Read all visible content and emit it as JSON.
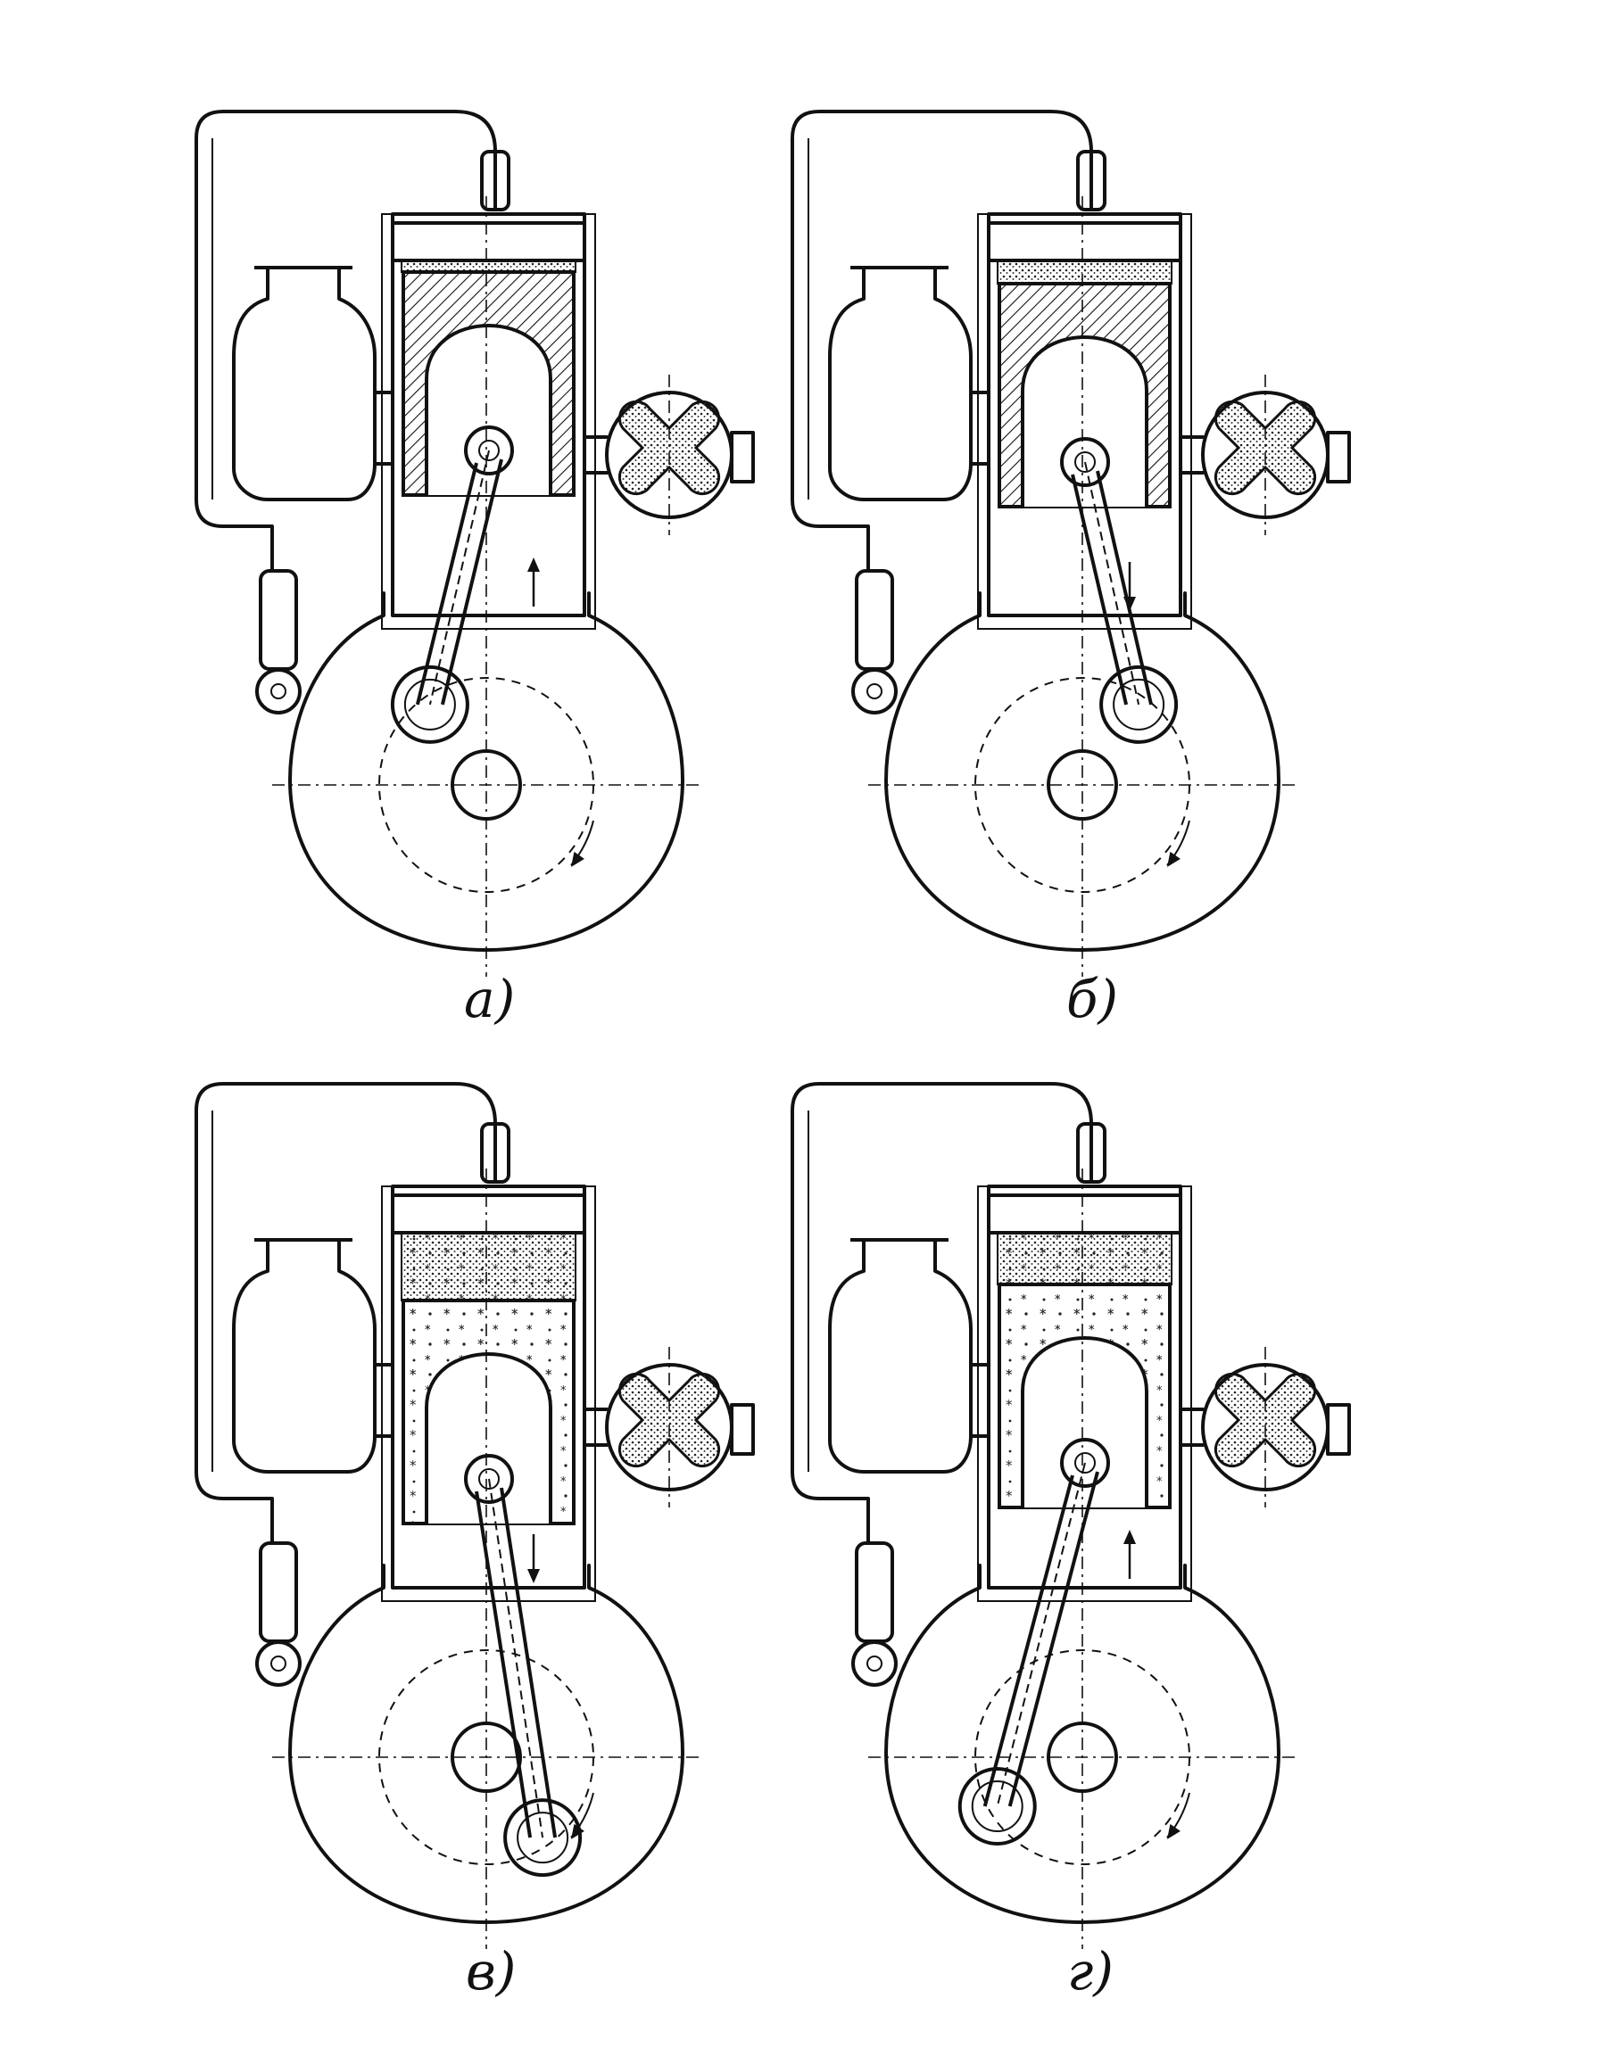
{
  "figure": {
    "ink_color": "#111111",
    "paper_color": "#ffffff",
    "panels": [
      {
        "id": "a",
        "label": "а)",
        "crank_angle_deg": 235,
        "piston_position": "top"
      },
      {
        "id": "b",
        "label": "б)",
        "crank_angle_deg": 305,
        "piston_position": "top-down"
      },
      {
        "id": "c",
        "label": "в)",
        "crank_angle_deg": 55,
        "piston_position": "bottom"
      },
      {
        "id": "d",
        "label": "г)",
        "crank_angle_deg": 150,
        "piston_position": "bottom-up"
      }
    ],
    "icons": {
      "arrow": "arrow-icon",
      "rotation": "rotation-arrow-icon"
    }
  }
}
